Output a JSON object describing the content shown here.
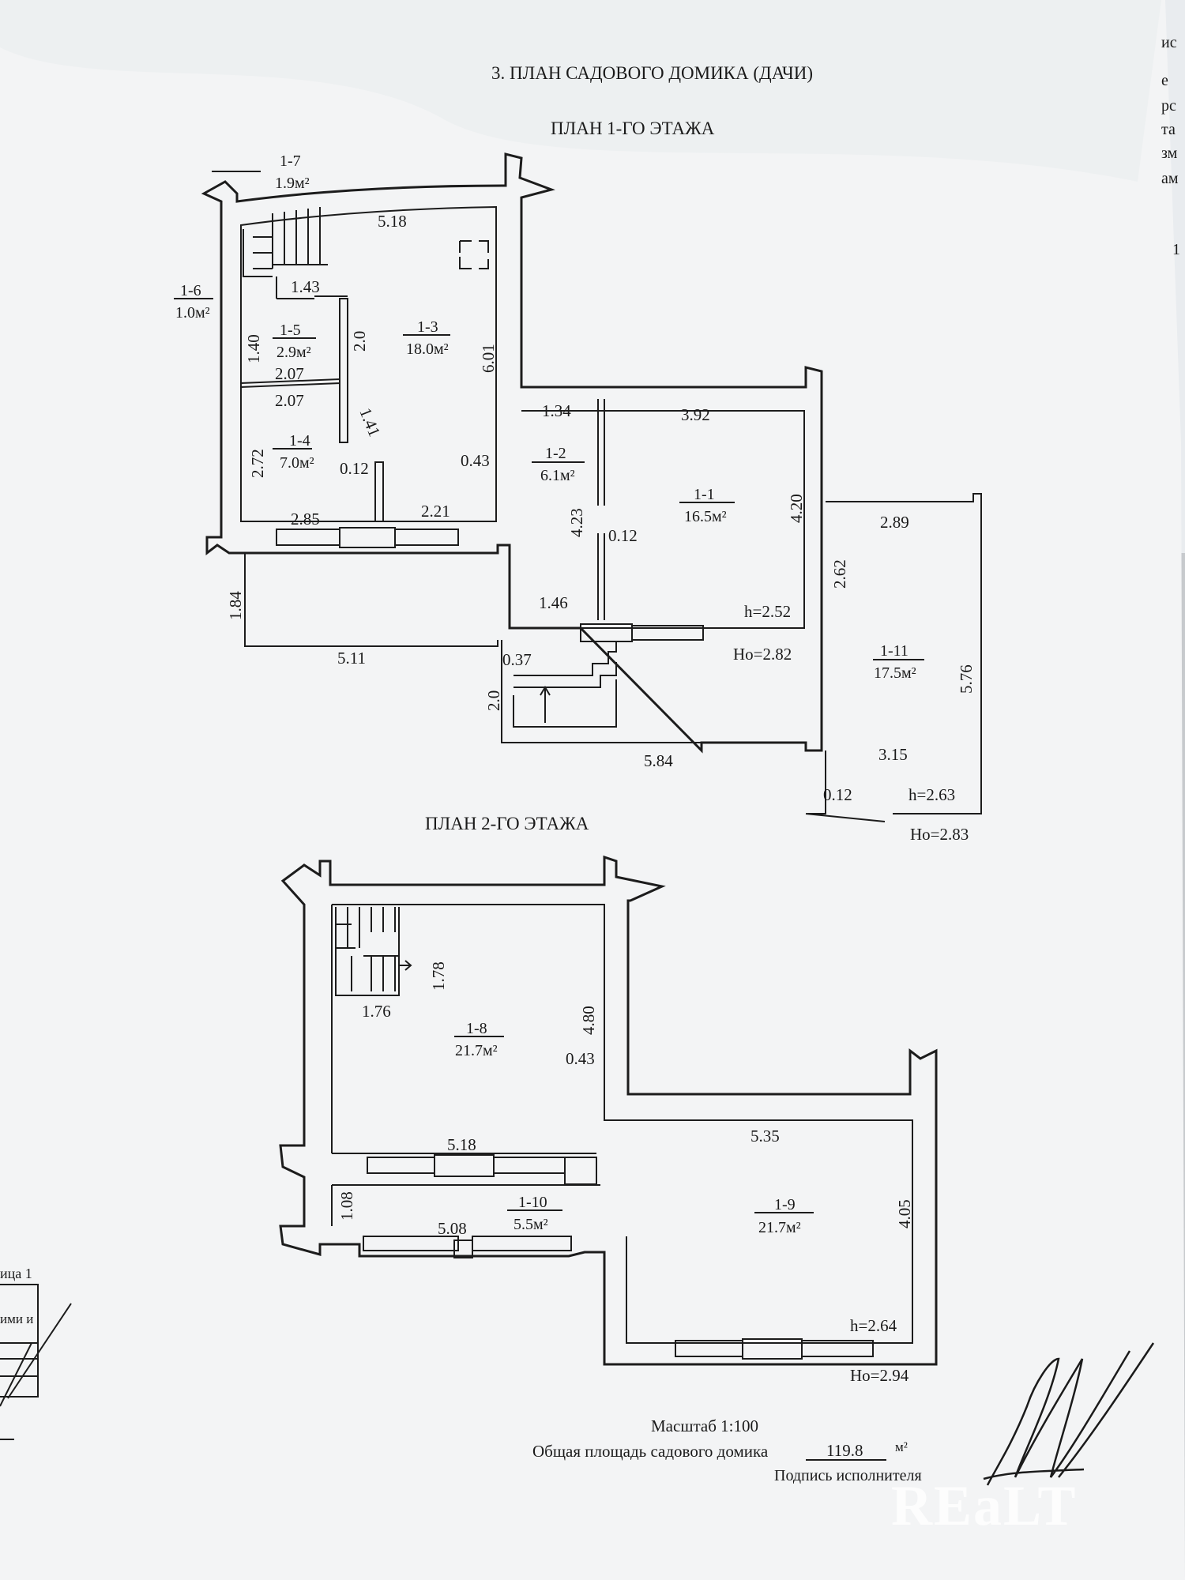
{
  "header": {
    "title": "3. ПЛАН САДОВОГО ДОМИКА (ДАЧИ)",
    "floor1_title": "ПЛАН 1-ГО ЭТАЖА",
    "floor2_title": "ПЛАН 2-ГО ЭТАЖА"
  },
  "rooms": {
    "r1_1": {
      "code": "1-1",
      "area": "16.5м²"
    },
    "r1_2": {
      "code": "1-2",
      "area": "6.1м²"
    },
    "r1_3": {
      "code": "1-3",
      "area": "18.0м²"
    },
    "r1_4": {
      "code": "1-4",
      "area": "7.0м²"
    },
    "r1_5": {
      "code": "1-5",
      "area": "2.9м²"
    },
    "r1_6": {
      "code": "1-6",
      "area": "1.0м²"
    },
    "r1_7": {
      "code": "1-7",
      "area": "1.9м²"
    },
    "r1_8": {
      "code": "1-8",
      "area": "21.7м²"
    },
    "r1_9": {
      "code": "1-9",
      "area": "21.7м²"
    },
    "r1_10": {
      "code": "1-10",
      "area": "5.5м²"
    },
    "r1_11": {
      "code": "1-11",
      "area": "17.5м²"
    }
  },
  "floor1_dims": {
    "d518": "5.18",
    "d143": "1.43",
    "d140": "1.40",
    "d20a": "2.0",
    "d601": "6.01",
    "d207a": "2.07",
    "d207b": "2.07",
    "d141": "1.41",
    "d272": "2.72",
    "d012a": "0.12",
    "d043": "0.43",
    "d134": "1.34",
    "d392": "3.92",
    "d423": "4.23",
    "d012b": "0.12",
    "d420": "4.20",
    "d285": "2.85",
    "d221": "2.21",
    "d184": "1.84",
    "d511": "5.11",
    "d146": "1.46",
    "d037": "0.37",
    "d20b": "2.0",
    "d584": "5.84",
    "d289": "2.89",
    "d262": "2.62",
    "d576": "5.76",
    "d315": "3.15",
    "d012c": "0.12",
    "h1": "h=2.52",
    "ho1": "Ho=2.82",
    "h11": "h=2.63",
    "ho11": "Ho=2.83"
  },
  "floor2_dims": {
    "d178": "1.78",
    "d176": "1.76",
    "d480": "4.80",
    "d043": "0.43",
    "d518": "5.18",
    "d535": "5.35",
    "d108": "1.08",
    "d508": "5.08",
    "d405": "4.05",
    "h2": "h=2.64",
    "ho2": "Ho=2.94"
  },
  "footer": {
    "scale": "Масштаб  1:100",
    "total_area_label": "Общая площадь садового домика",
    "total_area_value": "119.8",
    "total_area_unit": "м²",
    "signature_label": "Подпись исполнителя",
    "table_caption": "ица 1",
    "table_cell": "ими и"
  },
  "edge_text": [
    "ис",
    "е",
    "рс",
    "та",
    "зм",
    "ам",
    "1"
  ],
  "watermark": "REaLT"
}
